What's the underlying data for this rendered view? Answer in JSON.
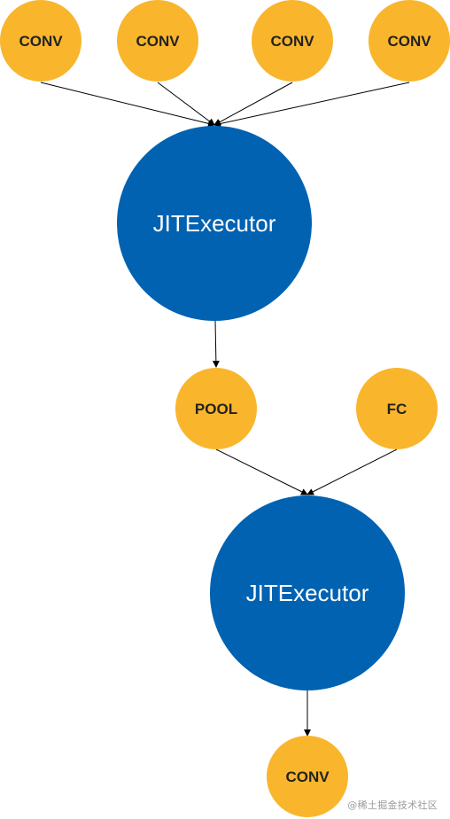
{
  "colors": {
    "small_node_fill": "#F9B52C",
    "big_node_fill": "#0062B1",
    "edge_color": "#000000"
  },
  "nodes": {
    "conv_1": "CONV",
    "conv_2": "CONV",
    "conv_3": "CONV",
    "conv_4": "CONV",
    "jit_executor_1": "JITExecutor",
    "pool": "POOL",
    "fc": "FC",
    "jit_executor_2": "JITExecutor",
    "conv_out": "CONV"
  },
  "edges": [
    [
      "conv_1",
      "jit_executor_1"
    ],
    [
      "conv_2",
      "jit_executor_1"
    ],
    [
      "conv_3",
      "jit_executor_1"
    ],
    [
      "conv_4",
      "jit_executor_1"
    ],
    [
      "jit_executor_1",
      "pool"
    ],
    [
      "pool",
      "jit_executor_2"
    ],
    [
      "fc",
      "jit_executor_2"
    ],
    [
      "jit_executor_2",
      "conv_out"
    ]
  ],
  "watermark": "@稀土掘金技术社区"
}
